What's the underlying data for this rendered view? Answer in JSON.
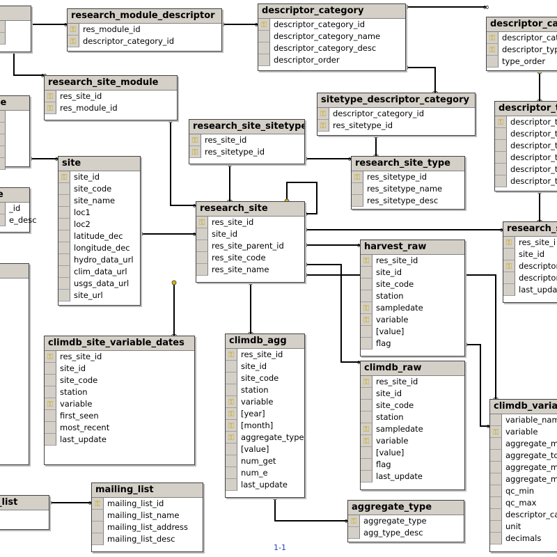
{
  "page_label": "1-1",
  "tables": [
    {
      "id": "t_partial_a",
      "title": "",
      "columns": [
        {
          "n": "",
          "pk": false
        },
        {
          "n": "",
          "pk": false
        }
      ]
    },
    {
      "id": "t_rmd",
      "title": "research_module_descriptor",
      "columns": [
        {
          "n": "res_module_id",
          "pk": true
        },
        {
          "n": "descriptor_category_id",
          "pk": true
        }
      ]
    },
    {
      "id": "t_dc",
      "title": "descriptor_category",
      "columns": [
        {
          "n": "descriptor_category_id",
          "pk": true
        },
        {
          "n": "descriptor_category_name",
          "pk": false
        },
        {
          "n": "descriptor_category_desc",
          "pk": false
        },
        {
          "n": "descriptor_order",
          "pk": false
        }
      ]
    },
    {
      "id": "t_dct",
      "title": "descriptor_cate",
      "columns": [
        {
          "n": "descriptor_cate",
          "pk": true
        },
        {
          "n": "descriptor_typ",
          "pk": true
        },
        {
          "n": "type_order",
          "pk": false
        }
      ]
    },
    {
      "id": "t_rsm",
      "title": "research_site_module",
      "columns": [
        {
          "n": "res_site_id",
          "pk": true
        },
        {
          "n": "res_module_id",
          "pk": true
        }
      ]
    },
    {
      "id": "t_le",
      "title": "le",
      "columns": [
        {
          "n": "",
          "pk": false
        },
        {
          "n": "",
          "pk": false
        },
        {
          "n": "",
          "pk": false
        },
        {
          "n": "",
          "pk": false
        },
        {
          "n": "",
          "pk": false
        }
      ]
    },
    {
      "id": "t_sdc",
      "title": "sitetype_descriptor_category",
      "columns": [
        {
          "n": "descriptor_category_id",
          "pk": true
        },
        {
          "n": "res_sitetype_id",
          "pk": true
        }
      ]
    },
    {
      "id": "t_dt",
      "title": "descriptor_ty",
      "columns": [
        {
          "n": "descriptor_t",
          "pk": true
        },
        {
          "n": "descriptor_t",
          "pk": false
        },
        {
          "n": "descriptor_t",
          "pk": false
        },
        {
          "n": "descriptor_t",
          "pk": false
        },
        {
          "n": "descriptor_t",
          "pk": false
        },
        {
          "n": "descriptor_t",
          "pk": false
        }
      ]
    },
    {
      "id": "t_rss",
      "title": "research_site_sitetype",
      "columns": [
        {
          "n": "res_site_id",
          "pk": true
        },
        {
          "n": "res_sitetype_id",
          "pk": true
        }
      ]
    },
    {
      "id": "t_site",
      "title": "site",
      "columns": [
        {
          "n": "site_id",
          "pk": true
        },
        {
          "n": "site_code",
          "pk": false
        },
        {
          "n": "site_name",
          "pk": false
        },
        {
          "n": "loc1",
          "pk": false
        },
        {
          "n": "loc2",
          "pk": false
        },
        {
          "n": "latitude_dec",
          "pk": false
        },
        {
          "n": "longitude_dec",
          "pk": false
        },
        {
          "n": "hydro_data_url",
          "pk": false
        },
        {
          "n": "clim_data_url",
          "pk": false
        },
        {
          "n": "usgs_data_url",
          "pk": false
        },
        {
          "n": "site_url",
          "pk": false
        }
      ]
    },
    {
      "id": "t_rst",
      "title": "research_site_type",
      "columns": [
        {
          "n": "res_sitetype_id",
          "pk": true
        },
        {
          "n": "res_sitetype_name",
          "pk": false
        },
        {
          "n": "res_sitetype_desc",
          "pk": false
        }
      ]
    },
    {
      "id": "t_e",
      "title": "e",
      "columns": [
        {
          "n": "_id",
          "pk": false
        },
        {
          "n": "e_desc",
          "pk": false
        }
      ]
    },
    {
      "id": "t_rs",
      "title": "research_site",
      "columns": [
        {
          "n": "res_site_id",
          "pk": true
        },
        {
          "n": "site_id",
          "pk": false
        },
        {
          "n": "res_site_parent_id",
          "pk": false
        },
        {
          "n": "res_site_code",
          "pk": false
        },
        {
          "n": "res_site_name",
          "pk": false
        }
      ]
    },
    {
      "id": "t_rsi",
      "title": "research_si",
      "columns": [
        {
          "n": "res_site_i",
          "pk": true
        },
        {
          "n": "site_id",
          "pk": false
        },
        {
          "n": "descriptor",
          "pk": true
        },
        {
          "n": "descriptor",
          "pk": false
        },
        {
          "n": "last_update",
          "pk": false
        }
      ]
    },
    {
      "id": "t_hr",
      "title": "harvest_raw",
      "columns": [
        {
          "n": "res_site_id",
          "pk": true
        },
        {
          "n": "site_id",
          "pk": false
        },
        {
          "n": "site_code",
          "pk": false
        },
        {
          "n": "station",
          "pk": false
        },
        {
          "n": "sampledate",
          "pk": true
        },
        {
          "n": "variable",
          "pk": true
        },
        {
          "n": "[value]",
          "pk": false
        },
        {
          "n": "flag",
          "pk": false
        }
      ]
    },
    {
      "id": "t_left",
      "title": "",
      "columns": []
    },
    {
      "id": "t_csvd",
      "title": "climdb_site_variable_dates",
      "columns": [
        {
          "n": "res_site_id",
          "pk": true
        },
        {
          "n": "site_id",
          "pk": false
        },
        {
          "n": "site_code",
          "pk": false
        },
        {
          "n": "station",
          "pk": false
        },
        {
          "n": "variable",
          "pk": true
        },
        {
          "n": "first_seen",
          "pk": false
        },
        {
          "n": "most_recent",
          "pk": false
        },
        {
          "n": "last_update",
          "pk": false
        }
      ]
    },
    {
      "id": "t_ca",
      "title": "climdb_agg",
      "columns": [
        {
          "n": "res_site_id",
          "pk": true
        },
        {
          "n": "site_id",
          "pk": false
        },
        {
          "n": "site_code",
          "pk": false
        },
        {
          "n": "station",
          "pk": false
        },
        {
          "n": "variable",
          "pk": true
        },
        {
          "n": "[year]",
          "pk": true
        },
        {
          "n": "[month]",
          "pk": true
        },
        {
          "n": "aggregate_type",
          "pk": true
        },
        {
          "n": "[value]",
          "pk": false
        },
        {
          "n": "num_get",
          "pk": false
        },
        {
          "n": "num_e",
          "pk": false
        },
        {
          "n": "last_update",
          "pk": false
        }
      ]
    },
    {
      "id": "t_cr",
      "title": "climdb_raw",
      "columns": [
        {
          "n": "res_site_id",
          "pk": true
        },
        {
          "n": "site_id",
          "pk": false
        },
        {
          "n": "site_code",
          "pk": false
        },
        {
          "n": "station",
          "pk": false
        },
        {
          "n": "sampledate",
          "pk": true
        },
        {
          "n": "variable",
          "pk": true
        },
        {
          "n": "[value]",
          "pk": false
        },
        {
          "n": "flag",
          "pk": false
        },
        {
          "n": "last_update",
          "pk": false
        }
      ]
    },
    {
      "id": "t_cv",
      "title": "climdb_variab",
      "columns": [
        {
          "n": "variable_name",
          "pk": false
        },
        {
          "n": "variable",
          "pk": true
        },
        {
          "n": "aggregate_me",
          "pk": false
        },
        {
          "n": "aggregate_to",
          "pk": false
        },
        {
          "n": "aggregate_mi",
          "pk": false
        },
        {
          "n": "aggregate_ma",
          "pk": false
        },
        {
          "n": "qc_min",
          "pk": false
        },
        {
          "n": "qc_max",
          "pk": false
        },
        {
          "n": "descriptor_ca",
          "pk": false
        },
        {
          "n": "unit",
          "pk": false
        },
        {
          "n": "decimals",
          "pk": false
        }
      ]
    },
    {
      "id": "t_list",
      "title": "_list",
      "columns": []
    },
    {
      "id": "t_ml",
      "title": "mailing_list",
      "columns": [
        {
          "n": "mailing_list_id",
          "pk": true
        },
        {
          "n": "mailing_list_name",
          "pk": false
        },
        {
          "n": "mailing_list_address",
          "pk": false
        },
        {
          "n": "mailing_list_desc",
          "pk": false
        }
      ]
    },
    {
      "id": "t_at",
      "title": "aggregate_type",
      "columns": [
        {
          "n": "aggregate_type",
          "pk": true
        },
        {
          "n": "agg_type_desc",
          "pk": false
        }
      ]
    }
  ]
}
